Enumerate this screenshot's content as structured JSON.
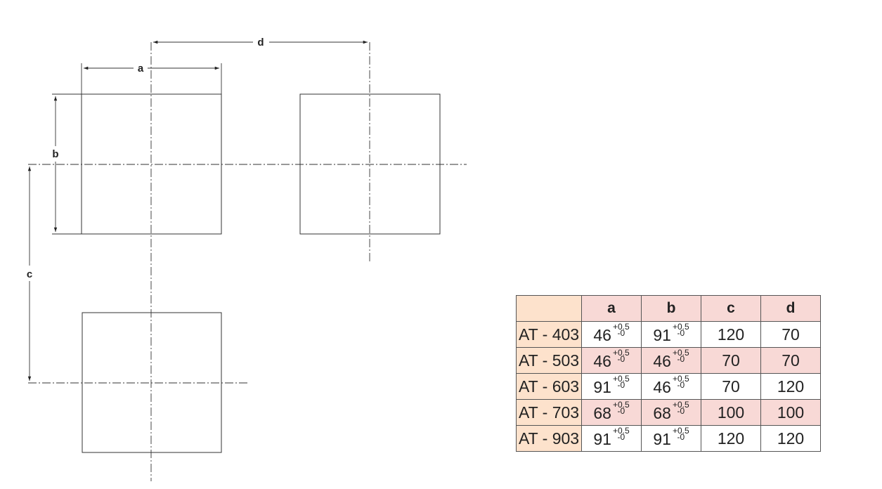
{
  "labels": {
    "a": "a",
    "b": "b",
    "c": "c",
    "d": "d"
  },
  "table": {
    "corner": "",
    "headers": [
      "a",
      "b",
      "c",
      "d"
    ],
    "tolerance_plus": "+0.5",
    "tolerance_minus": "-0",
    "rows": [
      {
        "model": "AT - 403",
        "a": "46",
        "b": "91",
        "c": "120",
        "d": "70"
      },
      {
        "model": "AT - 503",
        "a": "46",
        "b": "46",
        "c": "70",
        "d": "70"
      },
      {
        "model": "AT - 603",
        "a": "91",
        "b": "46",
        "c": "70",
        "d": "120"
      },
      {
        "model": "AT - 703",
        "a": "68",
        "b": "68",
        "c": "100",
        "d": "100"
      },
      {
        "model": "AT - 903",
        "a": "91",
        "b": "91",
        "c": "120",
        "d": "120"
      }
    ]
  }
}
